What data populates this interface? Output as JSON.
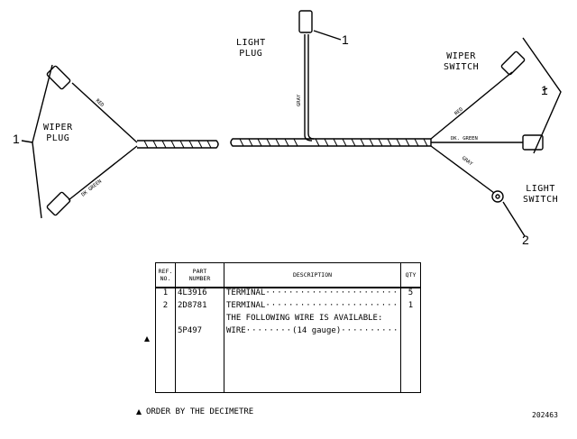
{
  "labels": {
    "wiper_plug": [
      "WIPER",
      "PLUG"
    ],
    "light_plug": [
      "LIGHT",
      "PLUG"
    ],
    "wiper_switch": [
      "WIPER",
      "SWITCH"
    ],
    "light_switch": [
      "LIGHT",
      "SWITCH"
    ]
  },
  "wire_colors": {
    "red_left": "RED",
    "green_left": "DK GREEN",
    "gray_top": "GRAY",
    "red_right": "RED",
    "green_right": "DK. GREEN",
    "gray_right": "GRAY"
  },
  "callouts": {
    "wiper_plug": "1",
    "light_plug": "1",
    "wiper_switch": "1",
    "light_switch": "2"
  },
  "table": {
    "headers": {
      "ref": [
        "REF.",
        "NO."
      ],
      "part": [
        "PART",
        "NUMBER"
      ],
      "description": "DESCRIPTION",
      "qty": "QTY"
    },
    "rows": [
      {
        "ref": "1",
        "part": "4L3916",
        "description": "TERMINAL",
        "qty": "5"
      },
      {
        "ref": "2",
        "part": "2D8781",
        "description": "TERMINAL",
        "qty": "1"
      },
      {
        "ref": "",
        "part": "",
        "description": "THE FOLLOWING WIRE IS AVAILABLE:",
        "qty": ""
      },
      {
        "ref": "",
        "part": "5P497",
        "description": "WIRE",
        "note": "(14 gauge)",
        "qty": ""
      }
    ]
  },
  "footnote": "ORDER BY THE DECIMETRE",
  "figure_number": "202463"
}
